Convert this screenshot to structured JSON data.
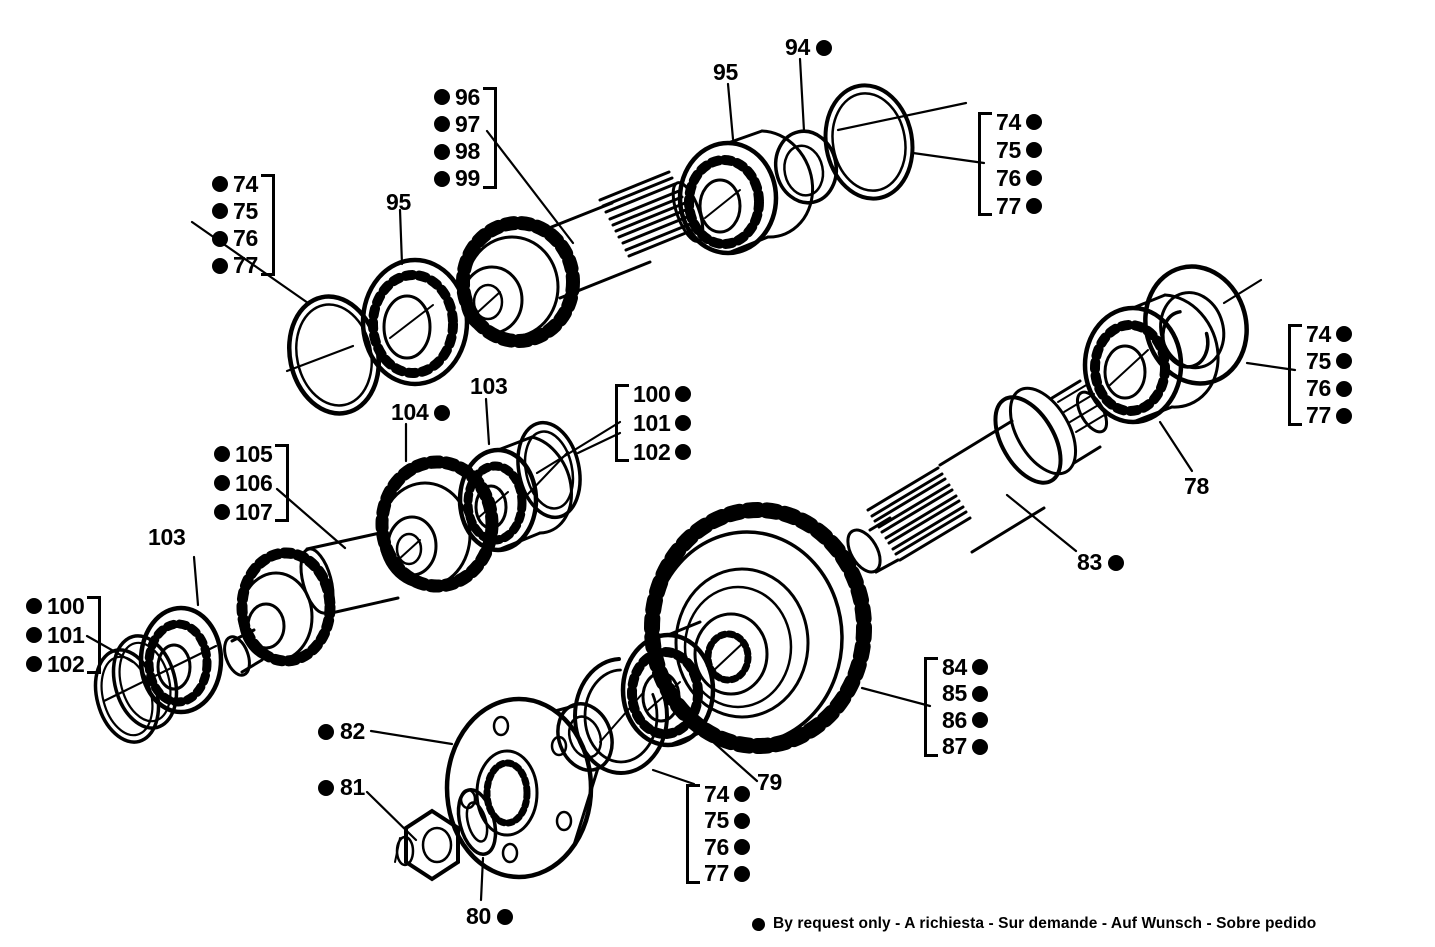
{
  "footer": {
    "note": "By request only - A richiesta - Sur demande - Auf Wunsch - Sobre pedido"
  },
  "callout_groups": {
    "top_left_74_77": {
      "items": [
        "74",
        "75",
        "76",
        "77"
      ]
    },
    "pinion_96_99": {
      "items": [
        "96",
        "97",
        "98",
        "99"
      ]
    },
    "top_right_74_77": {
      "items": [
        "74",
        "75",
        "76",
        "77"
      ]
    },
    "far_right_74_77": {
      "items": [
        "74",
        "75",
        "76",
        "77"
      ]
    },
    "mid_100_102": {
      "items": [
        "100",
        "101",
        "102"
      ]
    },
    "left_105_107": {
      "items": [
        "105",
        "106",
        "107"
      ]
    },
    "bottom_left_100_102": {
      "items": [
        "100",
        "101",
        "102"
      ]
    },
    "bottom_74_77": {
      "items": [
        "74",
        "75",
        "76",
        "77"
      ]
    },
    "gear_84_87": {
      "items": [
        "84",
        "85",
        "86",
        "87"
      ]
    }
  },
  "labels": {
    "bearing_left_95": "95",
    "bearing_top_95": "95",
    "washer_94": "94",
    "gear_104": "104",
    "bearing_mid_103": "103",
    "bearing_left_103": "103",
    "flange_82": "82",
    "nut_81": "81",
    "washer_80": "80",
    "bearing_79": "79",
    "bearing_78": "78",
    "shaft_83": "83"
  },
  "colors": {
    "ink": "#000000",
    "paper": "#ffffff"
  }
}
